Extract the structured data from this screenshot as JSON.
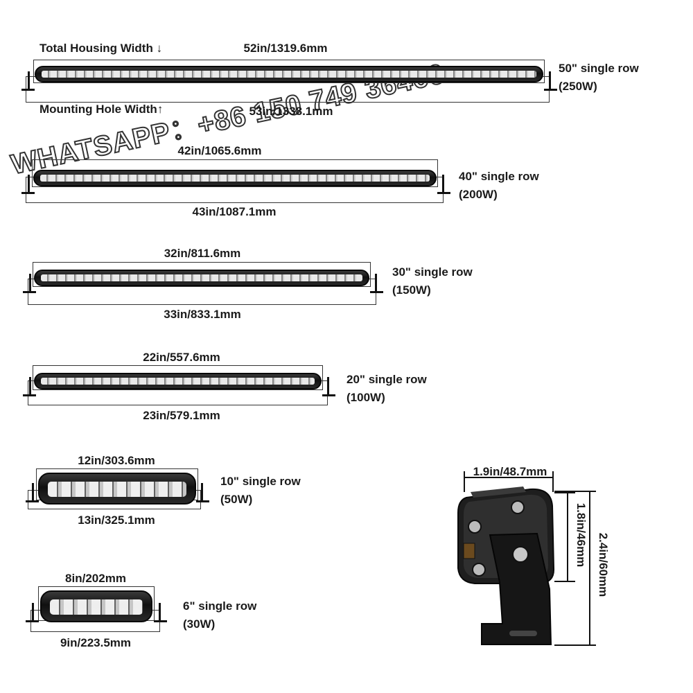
{
  "watermark": "WHATSAPP：+86 150 749 36466",
  "legend": {
    "housing_label": "Total Housing Width",
    "mounting_label": "Mounting Hole Width"
  },
  "bars": [
    {
      "housing": "52in/1319.6mm",
      "mounting": "53in/1338.1mm",
      "model": "50\" single row",
      "power": "(250W)"
    },
    {
      "housing": "42in/1065.6mm",
      "mounting": "43in/1087.1mm",
      "model": "40\" single row",
      "power": "(200W)"
    },
    {
      "housing": "32in/811.6mm",
      "mounting": "33in/833.1mm",
      "model": "30\" single row",
      "power": "(150W)"
    },
    {
      "housing": "22in/557.6mm",
      "mounting": "23in/579.1mm",
      "model": "20\" single row",
      "power": "(100W)"
    },
    {
      "housing": "12in/303.6mm",
      "mounting": "13in/325.1mm",
      "model": "10\" single row",
      "power": "(50W)"
    },
    {
      "housing": "8in/202mm",
      "mounting": "9in/223.5mm",
      "model": "6\" single row",
      "power": "(30W)"
    }
  ],
  "side_view": {
    "depth": "1.9in/48.7mm",
    "housing_height": "1.8in/46mm",
    "total_height": "2.4in/60mm"
  }
}
